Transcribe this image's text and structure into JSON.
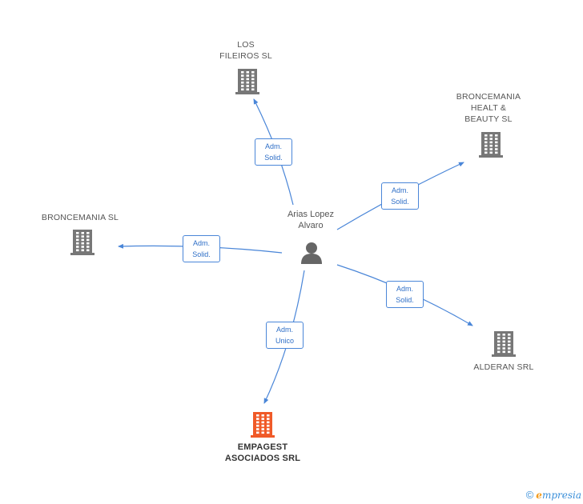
{
  "person": {
    "name": "Arias Lopez\nAlvaro",
    "icon": "person-icon"
  },
  "companies": [
    {
      "id": "los-fileiros",
      "name": "LOS\nFILEIROS SL",
      "icon": "building-icon",
      "color": "#777777",
      "highlight": false
    },
    {
      "id": "broncemania-healt",
      "name": "BRONCEMANIA\nHEALT &\nBEAUTY  SL",
      "icon": "building-icon",
      "color": "#777777",
      "highlight": false
    },
    {
      "id": "broncemania",
      "name": "BRONCEMANIA SL",
      "icon": "building-icon",
      "color": "#777777",
      "highlight": false
    },
    {
      "id": "alderan",
      "name": "ALDERAN SRL",
      "icon": "building-icon",
      "color": "#777777",
      "highlight": false
    },
    {
      "id": "empagest",
      "name": "EMPAGEST\nASOCIADOS SRL",
      "icon": "building-icon",
      "color": "#f05a28",
      "highlight": true
    }
  ],
  "relations": [
    {
      "to": "los-fileiros",
      "label": "Adm.\nSolid."
    },
    {
      "to": "broncemania-healt",
      "label": "Adm.\nSolid."
    },
    {
      "to": "broncemania",
      "label": "Adm.\nSolid."
    },
    {
      "to": "alderan",
      "label": "Adm.\nSolid."
    },
    {
      "to": "empagest",
      "label": "Adm.\nUnico"
    }
  ],
  "colors": {
    "edge": "#4a86d8",
    "building": "#777777",
    "highlight": "#f05a28",
    "person": "#666666"
  },
  "footer": {
    "copyright": "©",
    "brand_first": "e",
    "brand_rest": "mpresia"
  }
}
